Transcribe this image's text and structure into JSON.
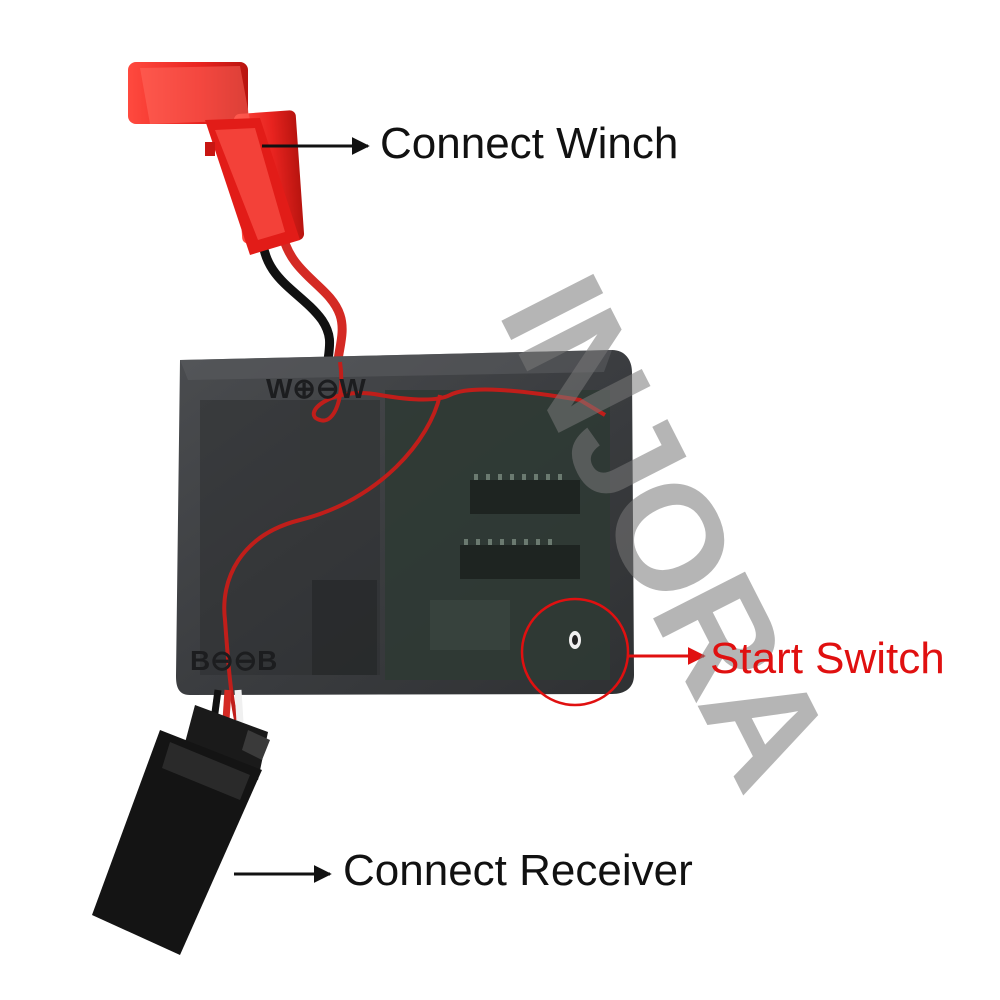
{
  "labels": {
    "connect_winch": "Connect Winch",
    "connect_receiver": "Connect Receiver",
    "start_switch": "Start Switch"
  },
  "watermark": "INJORA",
  "module_markings": {
    "top": "W⊕⊖W",
    "bottom": "B⊖⊖B"
  },
  "colors": {
    "label_text": "#111111",
    "highlight": "#e01010",
    "connector_red": "#e8231f",
    "connector_black": "#141414",
    "case_smoke": "#3e4043"
  }
}
